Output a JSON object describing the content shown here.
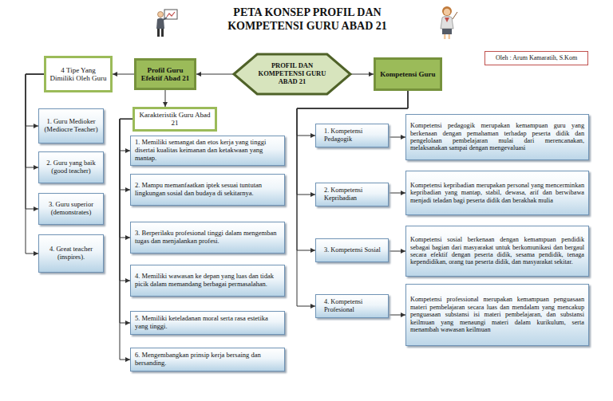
{
  "diagram": {
    "title": "PETA KONSEP PROFIL DAN KOMPETENSI GURU ABAD 21",
    "nodes": [
      {
        "text": [
          "PROFIL DAN KOMPETENSI GURU ABAD 21"
        ]
      },
      {
        "text": [
          "Profil Guru Efektif Abad 21"
        ]
      },
      {
        "text": [
          "4 Tipe Yang Dimiliki Oleh Guru"
        ]
      },
      {
        "text": [
          "1. Guru Medioker (Mediocre Teacher)"
        ]
      },
      {
        "text": [
          "2. Guru yang baik (good teacher)"
        ]
      },
      {
        "text": [
          "3. Guru superior (demonstrates)"
        ]
      },
      {
        "text": [
          "4. Great teacher (inspires)."
        ]
      },
      {
        "text": [
          "Karakteristik Guru Abad 21"
        ]
      },
      {
        "text": [
          "1. Memiliki semangat dan etos kerja yang tinggi disertai kualitas keimanan dan ketakwaan yang mantap."
        ]
      },
      {
        "text": [
          "2. Mampu memanfaatkan iptek sesuai tuntutan lingkungan sosial dan budaya di sekitarnya."
        ]
      },
      {
        "text": [
          "3. Berperilaku profesional tinggi dalam mengemban tugas dan menjalankan profesi."
        ]
      },
      {
        "text": [
          "4. Memiliki wawasan ke depan yang luas dan tidak picik dalam memandang berbagai permasalahan."
        ]
      },
      {
        "text": [
          "5. Memiliki keteladanan moral serta rasa estetika yang tinggi."
        ]
      },
      {
        "text": [
          "6. Mengembangkan prinsip kerja bersaing dan bersanding."
        ]
      },
      {
        "text": [
          "Kompetensi Guru"
        ]
      },
      {
        "text": [
          "1. Kompetensi Pedagogik"
        ]
      },
      {
        "text": [
          "Kompetensi pedagogik merupakan kemampuan guru yang berkenaan dengan pemahaman terhadap peserta didik dan pengelolaan pembelajaran mulai dari merencanakan, melaksanakan sampai dengan mengevaluasi"
        ]
      },
      {
        "text": [
          "2. Kompetensi Kepribadian"
        ]
      },
      {
        "text": [
          "Kompetensi kepribadian merupakan personal yang mencerminkan kepribadian yang mantap, stabil, dewasa, arif dan berwibawa menjadi teladan bagi peserta didik dan berakhak mulia"
        ]
      },
      {
        "text": [
          "3. Kompetensi Sosial"
        ]
      },
      {
        "text": [
          "Kompetensi sosial berkenaan dengan kemampuan pendidik sebagai bagian dari masyarakat untuk berkomunikasi dan bergaul secara efektif dengan peserta didik, sesama pendidik, tenaga kependidikan, orang tua peserta didik, dan masyarakat sekitar."
        ]
      },
      {
        "text": [
          "4. Kompetensi Profesional"
        ]
      },
      {
        "text": [
          "Kompetensi professional merupakan kemampuan penguasaan materi pembelajaran secara luas dan mendalam yang mencakup penguasaan substansi isi materi pembelajaran, dan substansi keilmuan yang menaungi materi dalam kurikulum, serta menambah wawasan keilmuan"
        ]
      },
      {
        "text": [
          "Oleh : Arum Kamaratih, S.Kom"
        ]
      }
    ],
    "edges": [
      {
        "from": 0,
        "to": 1,
        "arrow": "to"
      },
      {
        "from": 0,
        "to": 14,
        "arrow": "to"
      },
      {
        "from": 1,
        "to": 2,
        "arrow": "to"
      },
      {
        "from": 1,
        "to": 7,
        "arrow": "to"
      },
      {
        "from": 2,
        "to": 3,
        "arrow": "to"
      },
      {
        "from": 2,
        "to": 4,
        "arrow": "to"
      },
      {
        "from": 2,
        "to": 5,
        "arrow": "to"
      },
      {
        "from": 2,
        "to": 6,
        "arrow": "to"
      },
      {
        "from": 7,
        "to": 8,
        "arrow": "to"
      },
      {
        "from": 7,
        "to": 9,
        "arrow": "to"
      },
      {
        "from": 7,
        "to": 10,
        "arrow": "to"
      },
      {
        "from": 7,
        "to": 11,
        "arrow": "to"
      },
      {
        "from": 7,
        "to": 12,
        "arrow": "to"
      },
      {
        "from": 7,
        "to": 13,
        "arrow": "to"
      },
      {
        "from": 14,
        "to": 15,
        "arrow": "to"
      },
      {
        "from": 14,
        "to": 17,
        "arrow": "to"
      },
      {
        "from": 14,
        "to": 19,
        "arrow": "to"
      },
      {
        "from": 14,
        "to": 21,
        "arrow": "to"
      },
      {
        "from": 15,
        "to": 16,
        "arrow": "to"
      },
      {
        "from": 17,
        "to": 18,
        "arrow": "to"
      },
      {
        "from": 19,
        "to": 20,
        "arrow": "to"
      },
      {
        "from": 21,
        "to": 22,
        "arrow": "to"
      }
    ]
  }
}
